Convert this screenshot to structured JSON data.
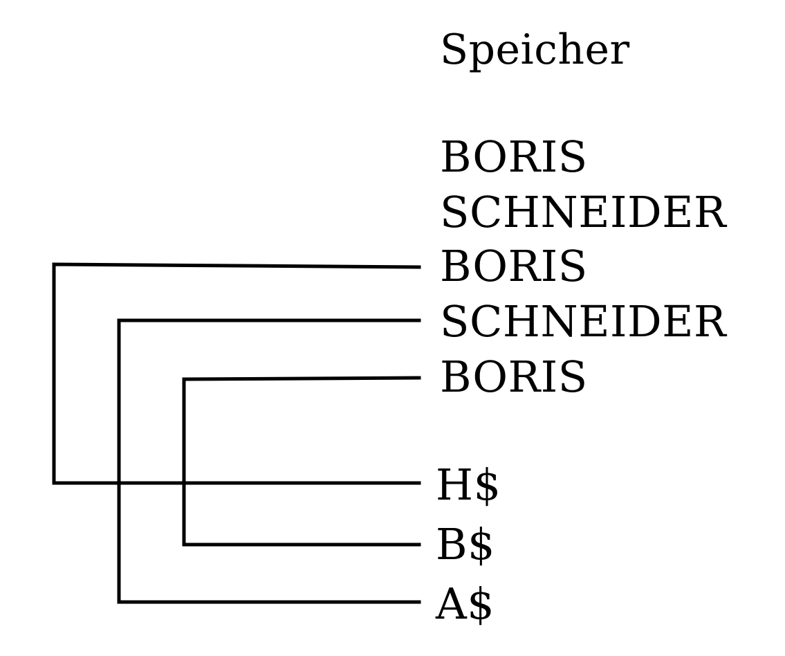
{
  "title": "Speicher",
  "memory_cells": [
    "BORIS",
    "SCHNEIDER",
    "BORIS",
    "SCHNEIDER",
    "BORIS"
  ],
  "variables": [
    "H$",
    "B$",
    "A$"
  ],
  "links": [
    {
      "variable": "H$",
      "cell": "BORIS",
      "cell_index": 2
    },
    {
      "variable": "B$",
      "cell": "BORIS",
      "cell_index": 4
    },
    {
      "variable": "A$",
      "cell": "SCHNEIDER",
      "cell_index": 3
    }
  ]
}
